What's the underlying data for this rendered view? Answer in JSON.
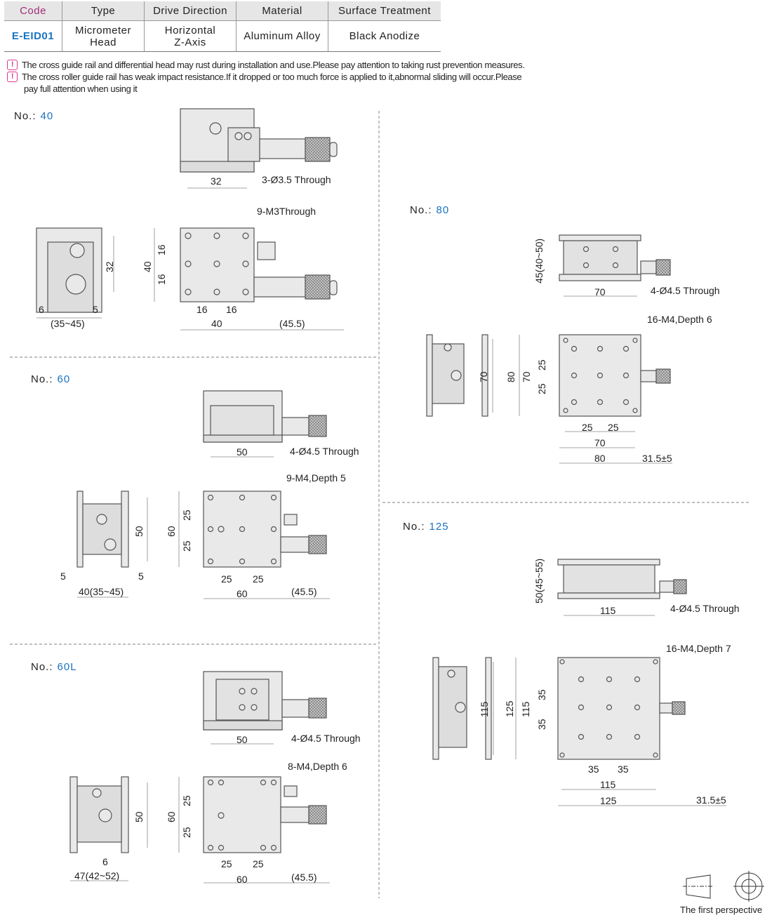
{
  "table": {
    "headers": {
      "code": "Code",
      "type": "Type",
      "drive": "Drive Direction",
      "material": "Material",
      "surface": "Surface Treatment"
    },
    "row": {
      "code": "E-EID01",
      "type_l1": "Micrometer",
      "type_l2": "Head",
      "drive_l1": "Horizontal",
      "drive_l2": "Z-Axis",
      "material": "Aluminum Alloy",
      "surface": "Black Anodize"
    }
  },
  "notes": {
    "icon": "warning-icon",
    "n1": "The cross guide rail and differential head may rust during installation and use.Please pay attention to taking rust prevention measures.",
    "n2": "The cross roller guide rail has weak impact resistance.If it dropped or too much force is applied to it,abnormal sliding will occur.Please",
    "n2b": "pay full attention when using it"
  },
  "no_label": "No.:",
  "s40": {
    "no": "40",
    "front": [
      "32",
      "3-Ø3.5 Through"
    ],
    "holes": "9-M3Through",
    "side": [
      "32",
      "6",
      "5",
      "(35~45)"
    ],
    "top": [
      "40",
      "16",
      "16",
      "16",
      "16",
      "40",
      "(45.5)"
    ]
  },
  "s60": {
    "no": "60",
    "front": [
      "50",
      "4-Ø4.5 Through"
    ],
    "holes": "9-M4,Depth 5",
    "side": [
      "50",
      "5",
      "5",
      "40(35~45)"
    ],
    "top": [
      "60",
      "25",
      "25",
      "25",
      "25",
      "60",
      "(45.5)"
    ]
  },
  "s60L": {
    "no": "60L",
    "front": [
      "50",
      "4-Ø4.5 Through"
    ],
    "holes": "8-M4,Depth 6",
    "side": [
      "50",
      "6",
      "47(42~52)"
    ],
    "top": [
      "60",
      "25",
      "25",
      "25",
      "25",
      "60",
      "(45.5)"
    ]
  },
  "s80": {
    "no": "80",
    "front": [
      "45(40~50)",
      "70",
      "4-Ø4.5 Through"
    ],
    "holes": "16-M4,Depth 6",
    "side": [
      "70"
    ],
    "top": [
      "80",
      "70",
      "25",
      "25",
      "25",
      "25",
      "70",
      "80",
      "31.5±5"
    ]
  },
  "s125": {
    "no": "125",
    "front": [
      "50(45~55)",
      "115",
      "4-Ø4.5 Through"
    ],
    "holes": "16-M4,Depth 7",
    "side": [
      "115"
    ],
    "top": [
      "125",
      "115",
      "35",
      "35",
      "35",
      "35",
      "115",
      "125",
      "31.5±5"
    ]
  },
  "footer": {
    "perspective": "The first perspective"
  }
}
